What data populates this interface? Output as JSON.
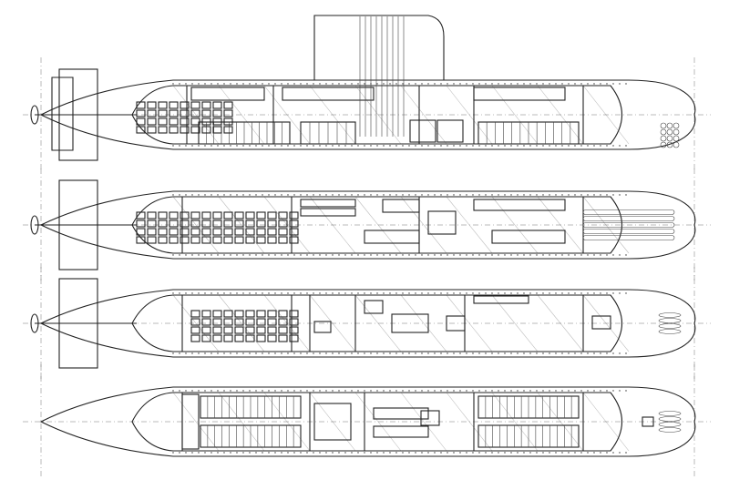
{
  "drawing": {
    "views": [
      {
        "id": "side-section"
      },
      {
        "id": "upper-deck-plan"
      },
      {
        "id": "lower-deck-plan"
      },
      {
        "id": "hold-plan"
      }
    ],
    "colors": {
      "line": "#222222",
      "background": "#ffffff",
      "fill": "#dddddd"
    }
  }
}
